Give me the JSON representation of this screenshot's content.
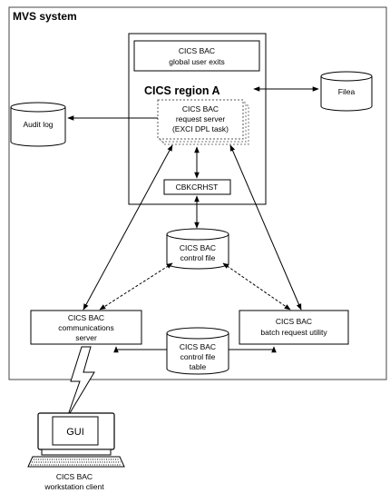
{
  "diagram": {
    "system_title": "MVS system",
    "region_title": "CICS region A",
    "global_user_exits": [
      "CICS BAC",
      "global user exits"
    ],
    "request_server": [
      "CICS BAC",
      "request server",
      "(EXCI DPL task)"
    ],
    "cbkcrhst": "CBKCRHST",
    "audit_log": "Audit log",
    "filea": "Filea",
    "control_file": [
      "CICS BAC",
      "control file"
    ],
    "communications_server": [
      "CICS BAC",
      "communications",
      "server"
    ],
    "batch_utility": [
      "CICS BAC",
      "batch request utility"
    ],
    "control_file_table": [
      "CICS BAC",
      "control file",
      "table"
    ],
    "gui": "GUI",
    "workstation_client": [
      "CICS BAC",
      "workstation client"
    ]
  }
}
